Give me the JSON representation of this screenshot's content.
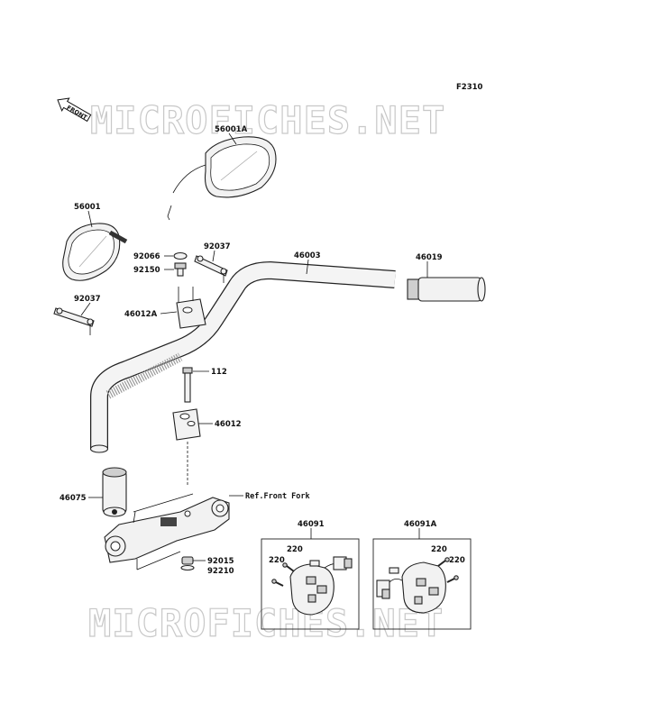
{
  "code": "F2310",
  "front_label": "FRONT",
  "watermark": "MICROFICHES.NET",
  "parts": {
    "p56001A": "56001A",
    "p56001": "56001",
    "p92066": "92066",
    "p92037a": "92037",
    "p92150": "92150",
    "p46003": "46003",
    "p46019": "46019",
    "p92037b": "92037",
    "p46012A": "46012A",
    "p112": "112",
    "p46012": "46012",
    "p46075": "46075",
    "ref_fork": "Ref.Front Fork",
    "p92015": "92015",
    "p92210": "92210",
    "p46091": "46091",
    "p46091A": "46091A",
    "p220a": "220",
    "p220b": "220",
    "p220c": "220",
    "p220d": "220"
  }
}
